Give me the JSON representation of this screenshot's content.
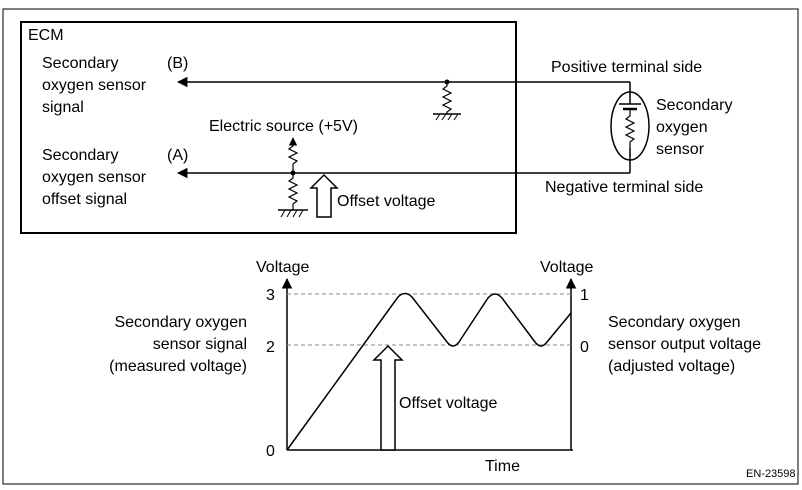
{
  "ecm": {
    "title": "ECM",
    "signal_b": {
      "line1": "Secondary",
      "line2": "oxygen sensor",
      "line3": "signal",
      "tag": "(B)"
    },
    "signal_a": {
      "line1": "Secondary",
      "line2": "oxygen sensor",
      "line3": "offset signal",
      "tag": "(A)"
    },
    "electric_source": "Electric source (+5V)",
    "offset_voltage": "Offset voltage"
  },
  "sensor": {
    "positive": "Positive terminal side",
    "negative": "Negative terminal side",
    "line1": "Secondary",
    "line2": "oxygen",
    "line3": "sensor"
  },
  "graph": {
    "y_left_title": "Voltage",
    "y_right_title": "Voltage",
    "x_title": "Time",
    "left_ticks": [
      "3",
      "2",
      "0"
    ],
    "right_ticks": [
      "1",
      "0"
    ],
    "left_label": [
      "Secondary oxygen",
      "sensor signal",
      "(measured voltage)"
    ],
    "right_label": [
      "Secondary oxygen",
      "sensor output voltage",
      "(adjusted voltage)"
    ],
    "offset_voltage": "Offset voltage"
  },
  "figure_id": "EN-23598"
}
